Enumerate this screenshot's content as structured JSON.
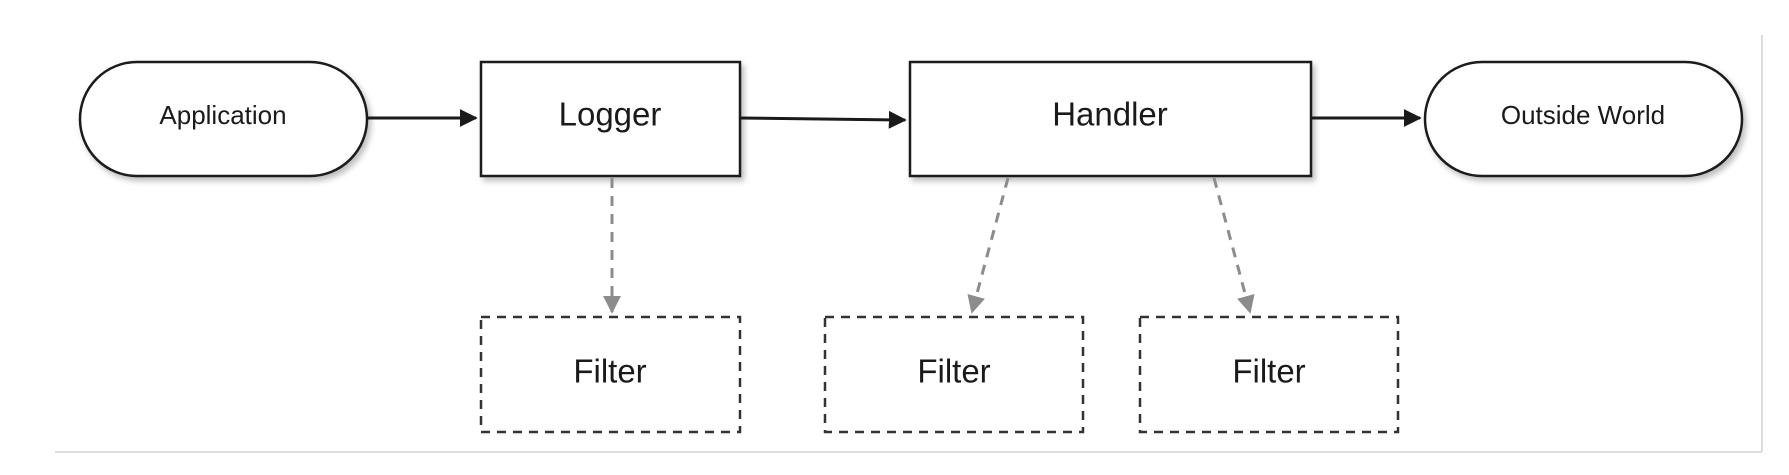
{
  "diagram": {
    "nodes": {
      "application": "Application",
      "logger": "Logger",
      "handler": "Handler",
      "outside_world": "Outside World",
      "filters": [
        "Filter",
        "Filter",
        "Filter"
      ]
    },
    "colors": {
      "stroke": "#1a1a1a",
      "dashed_arrow": "#8c8c8c",
      "background": "#ffffff"
    }
  }
}
